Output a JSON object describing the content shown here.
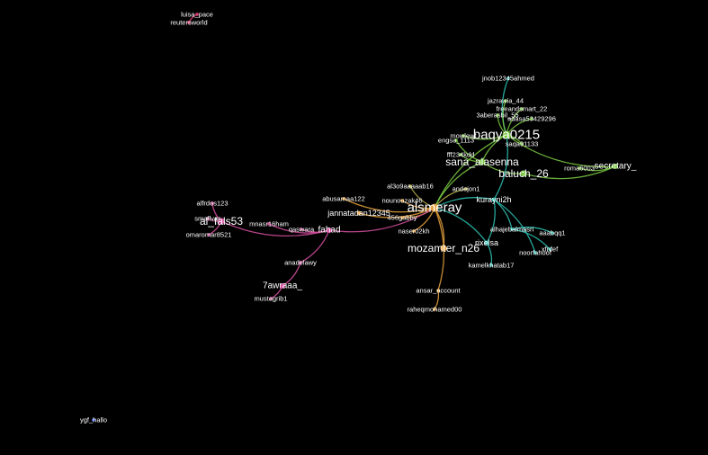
{
  "graph": {
    "colors": {
      "background": "#000000",
      "green": "#7ac943",
      "teal": "#2ec4b6",
      "magenta": "#d64fa0",
      "orange": "#e8a33d",
      "olive": "#b8b24a",
      "pink": "#e0407a",
      "blue": "#4a6cf0"
    },
    "nodes": [
      {
        "id": "luisa_pace",
        "label": "luisa_pace",
        "color": "#e0407a",
        "size": "xs"
      },
      {
        "id": "reutersworld",
        "label": "reutersworld",
        "color": "#e0407a",
        "size": "xs"
      },
      {
        "id": "jnob12345ahmed",
        "label": "jnob12345ahmed",
        "color": "#2ec4b6",
        "size": "xs"
      },
      {
        "id": "jazrawia_44",
        "label": "jazrawia_44",
        "color": "#7ac943",
        "size": "xs"
      },
      {
        "id": "freeandsmart_22",
        "label": "freeandsmart_22",
        "color": "#7ac943",
        "size": "xs"
      },
      {
        "id": "3aberasbil_55",
        "label": "3aberasbil_55",
        "color": "#7ac943",
        "size": "xs"
      },
      {
        "id": "adasa53429296",
        "label": "adasa53429296",
        "color": "#7ac943",
        "size": "xs"
      },
      {
        "id": "baqya0215",
        "label": "baqya0215",
        "color": "#7ac943",
        "size": "xl"
      },
      {
        "id": "mowlewt",
        "label": "mowlewt",
        "color": "#7ac943",
        "size": "xs"
      },
      {
        "id": "engsa_1113",
        "label": "engsa_1113",
        "color": "#7ac943",
        "size": "xs"
      },
      {
        "id": "saqa91133",
        "label": "saqa91133",
        "color": "#7ac943",
        "size": "xs"
      },
      {
        "id": "fff234kdd",
        "label": "fff234kdd",
        "color": "#7ac943",
        "size": "xs"
      },
      {
        "id": "sana_alasenna",
        "label": "sana_alasenna",
        "color": "#7ac943",
        "size": "lg"
      },
      {
        "id": "baluch_26",
        "label": "baluch_26",
        "color": "#7ac943",
        "size": "lg"
      },
      {
        "id": "roma6003",
        "label": "roma6003",
        "color": "#7ac943",
        "size": "xs"
      },
      {
        "id": "secretary_",
        "label": "secretary_",
        "color": "#7ac943",
        "size": "md"
      },
      {
        "id": "al3o9aaaaab16",
        "label": "al3o9aaaaab16",
        "color": "#b8b24a",
        "size": "xs"
      },
      {
        "id": "andejon1",
        "label": "andejon1",
        "color": "#b8b24a",
        "size": "xs"
      },
      {
        "id": "nounouzak46",
        "label": "nounouzak46",
        "color": "#e8a33d",
        "size": "xs"
      },
      {
        "id": "kurayni2h",
        "label": "kurayni2h",
        "color": "#2ec4b6",
        "size": "sm"
      },
      {
        "id": "abusamaa122",
        "label": "abusamaa122",
        "color": "#e8a33d",
        "size": "xs"
      },
      {
        "id": "alsmeray",
        "label": "alsmeray",
        "color": "#e8a33d",
        "size": "xl"
      },
      {
        "id": "jannatadan12345",
        "label": "jannatadan12345",
        "color": "#e8a33d",
        "size": "sm"
      },
      {
        "id": "456gabby",
        "label": "456gabby",
        "color": "#e8a33d",
        "size": "xs"
      },
      {
        "id": "alhajebalmasri",
        "label": "alhajebalmasri",
        "color": "#2ec4b6",
        "size": "xs"
      },
      {
        "id": "alfrdos123",
        "label": "alfrdos123",
        "color": "#d64fa0",
        "size": "xs"
      },
      {
        "id": "smaflvas",
        "label": "smaflvas",
        "color": "#d64fa0",
        "size": "xs"
      },
      {
        "id": "al_fals53",
        "label": "al_fals53",
        "color": "#d64fa0",
        "size": "lg"
      },
      {
        "id": "mnasr16ham",
        "label": "mnasr16ham",
        "color": "#d64fa0",
        "size": "xs"
      },
      {
        "id": "qaswara",
        "label": "qaswara",
        "color": "#d64fa0",
        "size": "xs"
      },
      {
        "id": "fahad",
        "label": "fahad",
        "color": "#d64fa0",
        "size": "md"
      },
      {
        "id": "naser02kh",
        "label": "naser02kh",
        "color": "#e8a33d",
        "size": "xs"
      },
      {
        "id": "aaabqq1",
        "label": "aaabqq1",
        "color": "#2ec4b6",
        "size": "xs"
      },
      {
        "id": "omaromar8521",
        "label": "omaromar8521",
        "color": "#d64fa0",
        "size": "xs"
      },
      {
        "id": "xfnfef",
        "label": "xfnfef",
        "color": "#2ec4b6",
        "size": "xs"
      },
      {
        "id": "rixelsa",
        "label": "rixelsa",
        "color": "#2ec4b6",
        "size": "sm"
      },
      {
        "id": "mozamter_n26",
        "label": "mozamter_n26",
        "color": "#e8a33d",
        "size": "lg"
      },
      {
        "id": "noorfahoof",
        "label": "noorfahoof",
        "color": "#2ec4b6",
        "size": "xs"
      },
      {
        "id": "kamelkhatab17",
        "label": "kamelkhatab17",
        "color": "#2ec4b6",
        "size": "xs"
      },
      {
        "id": "anadelawy",
        "label": "anadelawy",
        "color": "#d64fa0",
        "size": "xs"
      },
      {
        "id": "7awraaa_",
        "label": "7awraaa_",
        "color": "#d64fa0",
        "size": "md"
      },
      {
        "id": "ansar_account",
        "label": "ansar_account",
        "color": "#e8a33d",
        "size": "xs"
      },
      {
        "id": "mustagrib1",
        "label": "mustagrib1",
        "color": "#d64fa0",
        "size": "xs"
      },
      {
        "id": "raheqmohamed00",
        "label": "raheqmohamed00",
        "color": "#e8a33d",
        "size": "xs"
      },
      {
        "id": "ygf_hallo",
        "label": "ygf_hallo",
        "color": "#4a6cf0",
        "size": "xs"
      }
    ],
    "edges": [
      [
        "luisa_pace",
        "reutersworld"
      ],
      [
        "jnob12345ahmed",
        "baqya0215"
      ],
      [
        "jazrawia_44",
        "baqya0215"
      ],
      [
        "freeandsmart_22",
        "baqya0215"
      ],
      [
        "3aberasbil_55",
        "baqya0215"
      ],
      [
        "adasa53429296",
        "baqya0215"
      ],
      [
        "mowlewt",
        "baqya0215"
      ],
      [
        "engsa_1113",
        "sana_alasenna"
      ],
      [
        "saqa91133",
        "baqya0215"
      ],
      [
        "fff234kdd",
        "sana_alasenna"
      ],
      [
        "baqya0215",
        "sana_alasenna"
      ],
      [
        "baqya0215",
        "alsmeray"
      ],
      [
        "sana_alasenna",
        "alsmeray"
      ],
      [
        "sana_alasenna",
        "baluch_26"
      ],
      [
        "baluch_26",
        "secretary_"
      ],
      [
        "roma6003",
        "secretary_"
      ],
      [
        "baqya0215",
        "secretary_"
      ],
      [
        "andejon1",
        "alsmeray"
      ],
      [
        "al3o9aaaaab16",
        "alsmeray"
      ],
      [
        "nounouzak46",
        "alsmeray"
      ],
      [
        "kurayni2h",
        "alsmeray"
      ],
      [
        "kurayni2h",
        "baqya0215"
      ],
      [
        "abusamaa122",
        "alsmeray"
      ],
      [
        "jannatadan12345",
        "alsmeray"
      ],
      [
        "456gabby",
        "alsmeray"
      ],
      [
        "alhajebalmasri",
        "kurayni2h"
      ],
      [
        "aaabqq1",
        "alhajebalmasri"
      ],
      [
        "xfnfef",
        "alhajebalmasri"
      ],
      [
        "noorfahoof",
        "kurayni2h"
      ],
      [
        "rixelsa",
        "alsmeray"
      ],
      [
        "rixelsa",
        "kurayni2h"
      ],
      [
        "kamelkhatab17",
        "rixelsa"
      ],
      [
        "mozamter_n26",
        "alsmeray"
      ],
      [
        "ansar_account",
        "alsmeray"
      ],
      [
        "raheqmohamed00",
        "ansar_account"
      ],
      [
        "fahad",
        "alsmeray"
      ],
      [
        "naser02kh",
        "alsmeray"
      ],
      [
        "qaswara",
        "fahad"
      ],
      [
        "mnasr16ham",
        "fahad"
      ],
      [
        "al_fals53",
        "fahad"
      ],
      [
        "alfrdos123",
        "al_fals53"
      ],
      [
        "smaflvas",
        "al_fals53"
      ],
      [
        "omaromar8521",
        "al_fals53"
      ],
      [
        "anadelawy",
        "fahad"
      ],
      [
        "7awraaa_",
        "anadelawy"
      ],
      [
        "mustagrib1",
        "7awraaa_"
      ]
    ]
  }
}
